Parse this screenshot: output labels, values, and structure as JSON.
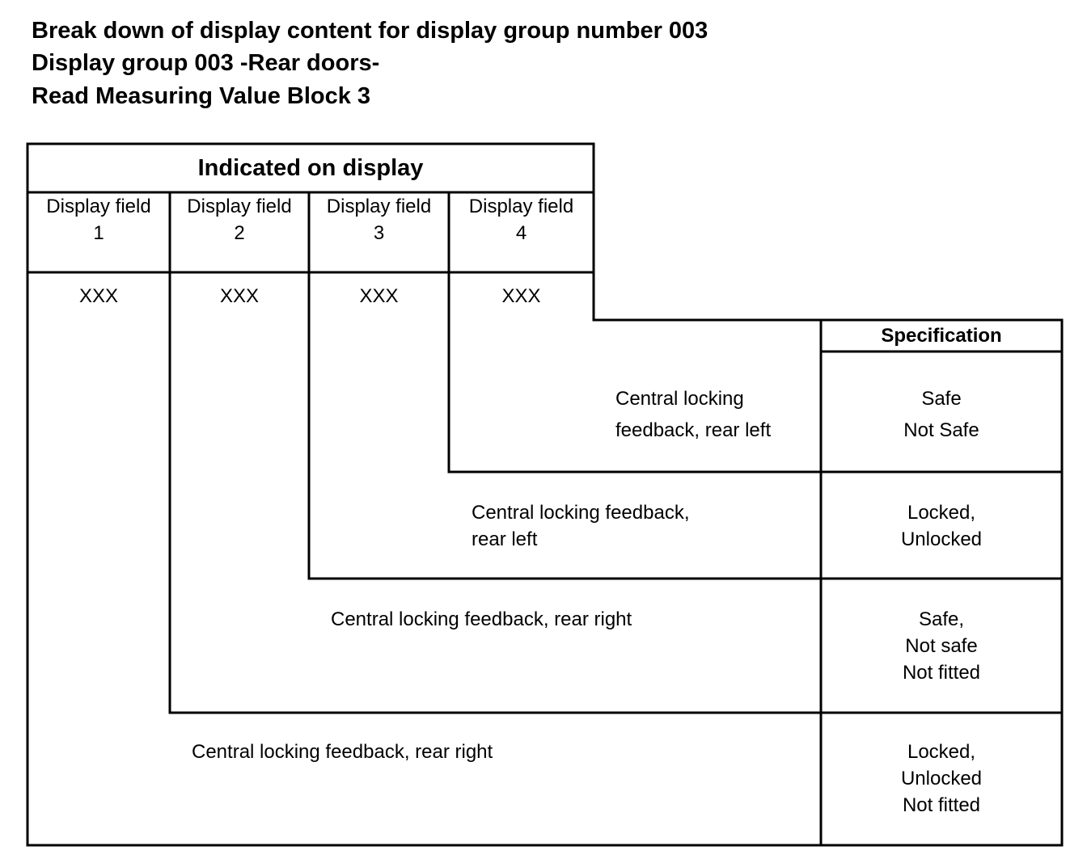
{
  "title": {
    "line1": "Break down of display content for display group number 003",
    "line2": "Display group 003 -Rear doors-",
    "line3": "Read Measuring Value Block 3"
  },
  "table": {
    "header": "Indicated on display",
    "fields": [
      {
        "label": "Display field",
        "number": "1",
        "value": "XXX"
      },
      {
        "label": "Display field",
        "number": "2",
        "value": "XXX"
      },
      {
        "label": "Display field",
        "number": "3",
        "value": "XXX"
      },
      {
        "label": "Display field",
        "number": "4",
        "value": "XXX"
      }
    ],
    "specification_header": "Specification",
    "rows": [
      {
        "description": [
          "Central locking",
          "feedback, rear left"
        ],
        "specification": [
          "Safe",
          "Not Safe"
        ]
      },
      {
        "description": [
          "Central locking feedback,",
          "rear left"
        ],
        "specification": [
          "Locked,",
          "Unlocked"
        ]
      },
      {
        "description": [
          "Central locking feedback, rear right"
        ],
        "specification": [
          "Safe,",
          "Not safe",
          "Not fitted"
        ]
      },
      {
        "description": [
          "Central locking feedback, rear right"
        ],
        "specification": [
          "Locked,",
          "Unlocked",
          "Not fitted"
        ]
      }
    ]
  },
  "colors": {
    "line": "#000000",
    "background": "#ffffff"
  }
}
